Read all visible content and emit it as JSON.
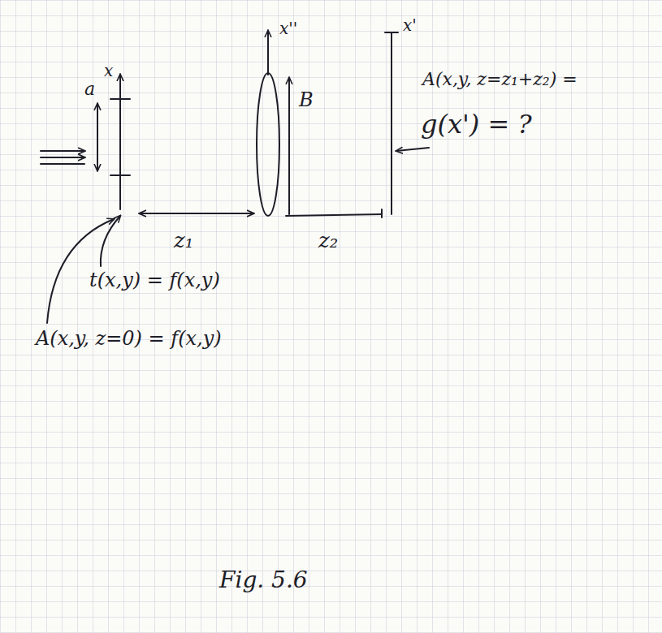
{
  "diagram": {
    "caption": "Fig. 5.6",
    "labels": [
      "x",
      "a",
      "x''",
      "B",
      "x'",
      "A(x,y, z=z₁+z₂) =",
      "g(x') = ?",
      "z₁",
      "z₂",
      "t(x,y) = f(x,y)",
      "A(x,y, z=0) = f(x,y)"
    ]
  }
}
